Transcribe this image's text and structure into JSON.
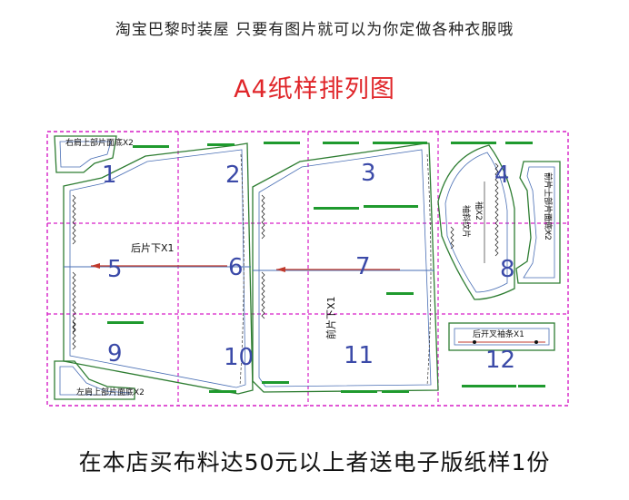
{
  "header": {
    "text": "淘宝巴黎时装屋   只要有图片就可以为你定做各种衣服哦"
  },
  "title": "A4纸样排列图",
  "footer": {
    "text": "在本店买布料达50元以上者送电子版纸样1份"
  },
  "tiles": [
    {
      "num": "1"
    },
    {
      "num": "2"
    },
    {
      "num": "3"
    },
    {
      "num": "4"
    },
    {
      "num": "5"
    },
    {
      "num": "6"
    },
    {
      "num": "7"
    },
    {
      "num": "8"
    },
    {
      "num": "9"
    },
    {
      "num": "10"
    },
    {
      "num": "11"
    },
    {
      "num": "12"
    }
  ],
  "pieces": {
    "back_yoke_top": "右肩上部片面底X2",
    "back_yoke_bottom": "左肩上部片面底X2",
    "back_lower": "后片下X1",
    "front_lower": "前片下X1",
    "front_yoke": "前片上部片面底X2",
    "sleeve": "袖X2",
    "sleeve_side": "袖斜纹片",
    "waistband": "后开叉袖条X1"
  },
  "colors": {
    "grid": "#d61fc6",
    "outline": "#2e7d32",
    "number": "#3b4aa8",
    "grainline": "#c0392b",
    "title": "#e0262a"
  }
}
